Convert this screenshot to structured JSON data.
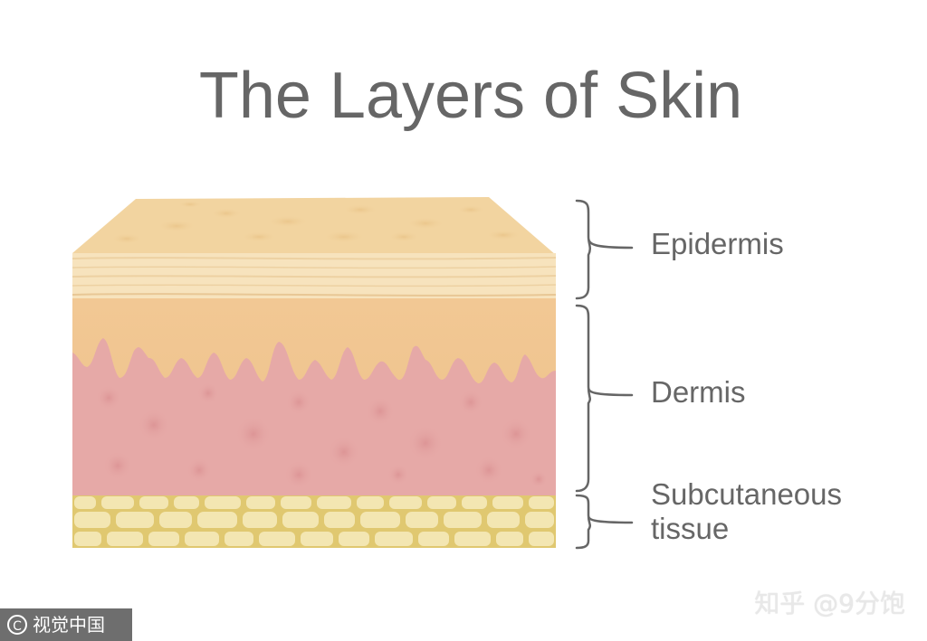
{
  "title": "The Layers of Skin",
  "labels": {
    "epidermis": "Epidermis",
    "dermis": "Dermis",
    "subcutaneous_line1": "Subcutaneous",
    "subcutaneous_line2": "tissue"
  },
  "watermarks": {
    "left": "视觉中国",
    "right": "知乎 @9分饱"
  },
  "colors": {
    "epidermis_top": "#f2d4a0",
    "epidermis_band": "#f7e3bd",
    "dermis_papillary": "#f1c895",
    "dermis_reticular": "#e6a9a7",
    "subcutaneous_fat": "#f3e6b2",
    "subcutaneous_bg": "#e0c870",
    "text": "#666666"
  }
}
